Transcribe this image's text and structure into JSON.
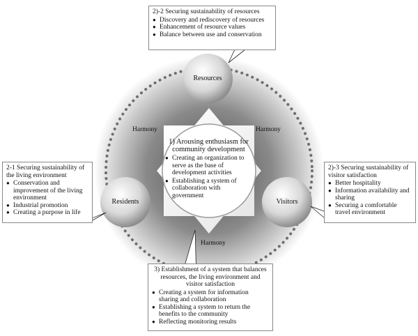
{
  "nodes": {
    "resources": "Resources",
    "residents": "Residents",
    "visitors": "Visitors"
  },
  "harmony": {
    "left": "Harmony",
    "right": "Harmony",
    "bottom": "Harmony"
  },
  "center": {
    "title": "1) Arousing enthusiasm for community development",
    "items": [
      "Creating an organization to serve as the base of development activities",
      "Establishing a system of collaboration with government"
    ]
  },
  "top_box": {
    "title": "2)-2 Securing sustainability of resources",
    "items": [
      "Discovery and rediscovery of resources",
      "Enhancement of resource values",
      "Balance between use and conservation"
    ]
  },
  "left_box": {
    "title": "2-1 Securing sustainability of the living environment",
    "items": [
      "Conservation and improvement of the living environment",
      "Industrial promotion",
      "Creating a purpose in life"
    ]
  },
  "right_box": {
    "title": "2)-3 Securing sustainability of visitor satisfaction",
    "items": [
      "Better hospitality",
      "Information availability and sharing",
      "Securing a comfortable travel environment"
    ]
  },
  "bottom_box": {
    "title": "3)  Establishment of a system that balances resources, the living environment and visitor satisfaction",
    "items": [
      "Creating a system for information sharing and collaboration",
      "Establishing a system to return the benefits to the community",
      "Reflecting monitoring results"
    ]
  },
  "colors": {
    "halo": "#7a7a7a",
    "sphere_light": "#f2f2f2",
    "sphere_dark": "#9a9a9a",
    "dots": "#6e6e6e"
  }
}
